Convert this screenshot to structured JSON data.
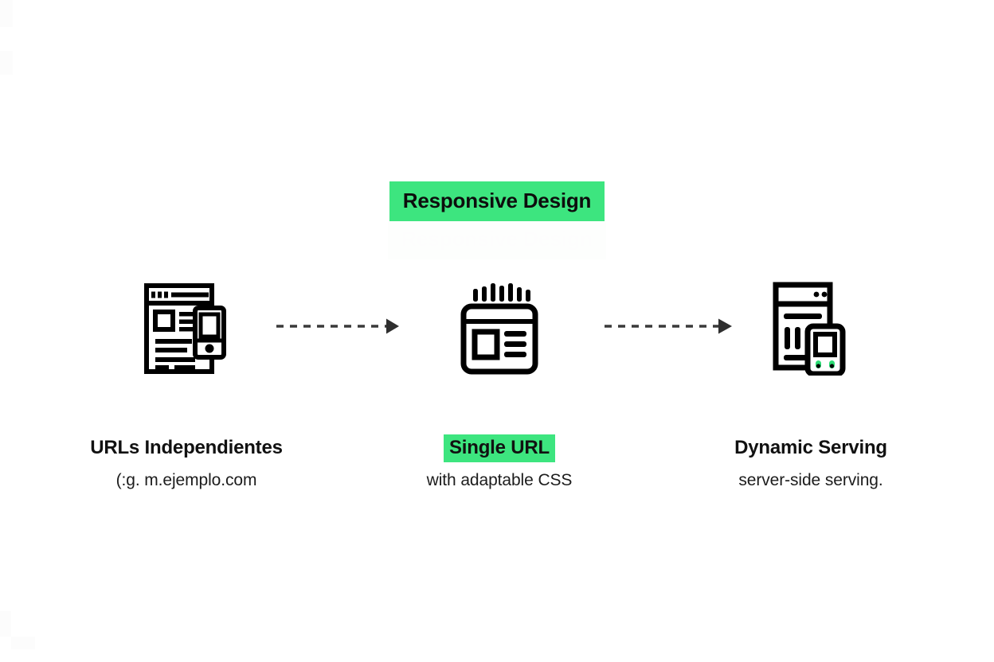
{
  "page": {
    "background_color": "#ffffff",
    "accent_green": "#3DE57F",
    "text_color": "#111111",
    "arrow_color": "#3a3a3a"
  },
  "header": {
    "title": "Responsive Design"
  },
  "flow": {
    "steps": [
      {
        "id": "independent-urls",
        "icon": "desktop-with-mobile-page-icon",
        "title": "URLs Independientes",
        "subtitle": "(:g. m.ejemplo.com",
        "title_highlighted": false
      },
      {
        "id": "single-url",
        "icon": "responsive-browser-window-icon",
        "title": "Single URL",
        "subtitle": "with adaptable CSS",
        "title_highlighted": true
      },
      {
        "id": "dynamic-serving",
        "icon": "browser-with-phone-serving-icon",
        "title": "Dynamic Serving",
        "subtitle": "server-side serving.",
        "title_highlighted": false
      }
    ],
    "connectors": [
      {
        "id": "connector-1",
        "style": "dashed",
        "head": "triangle",
        "direction": "right"
      },
      {
        "id": "connector-2",
        "style": "dashed",
        "head": "triangle",
        "direction": "right"
      }
    ]
  }
}
